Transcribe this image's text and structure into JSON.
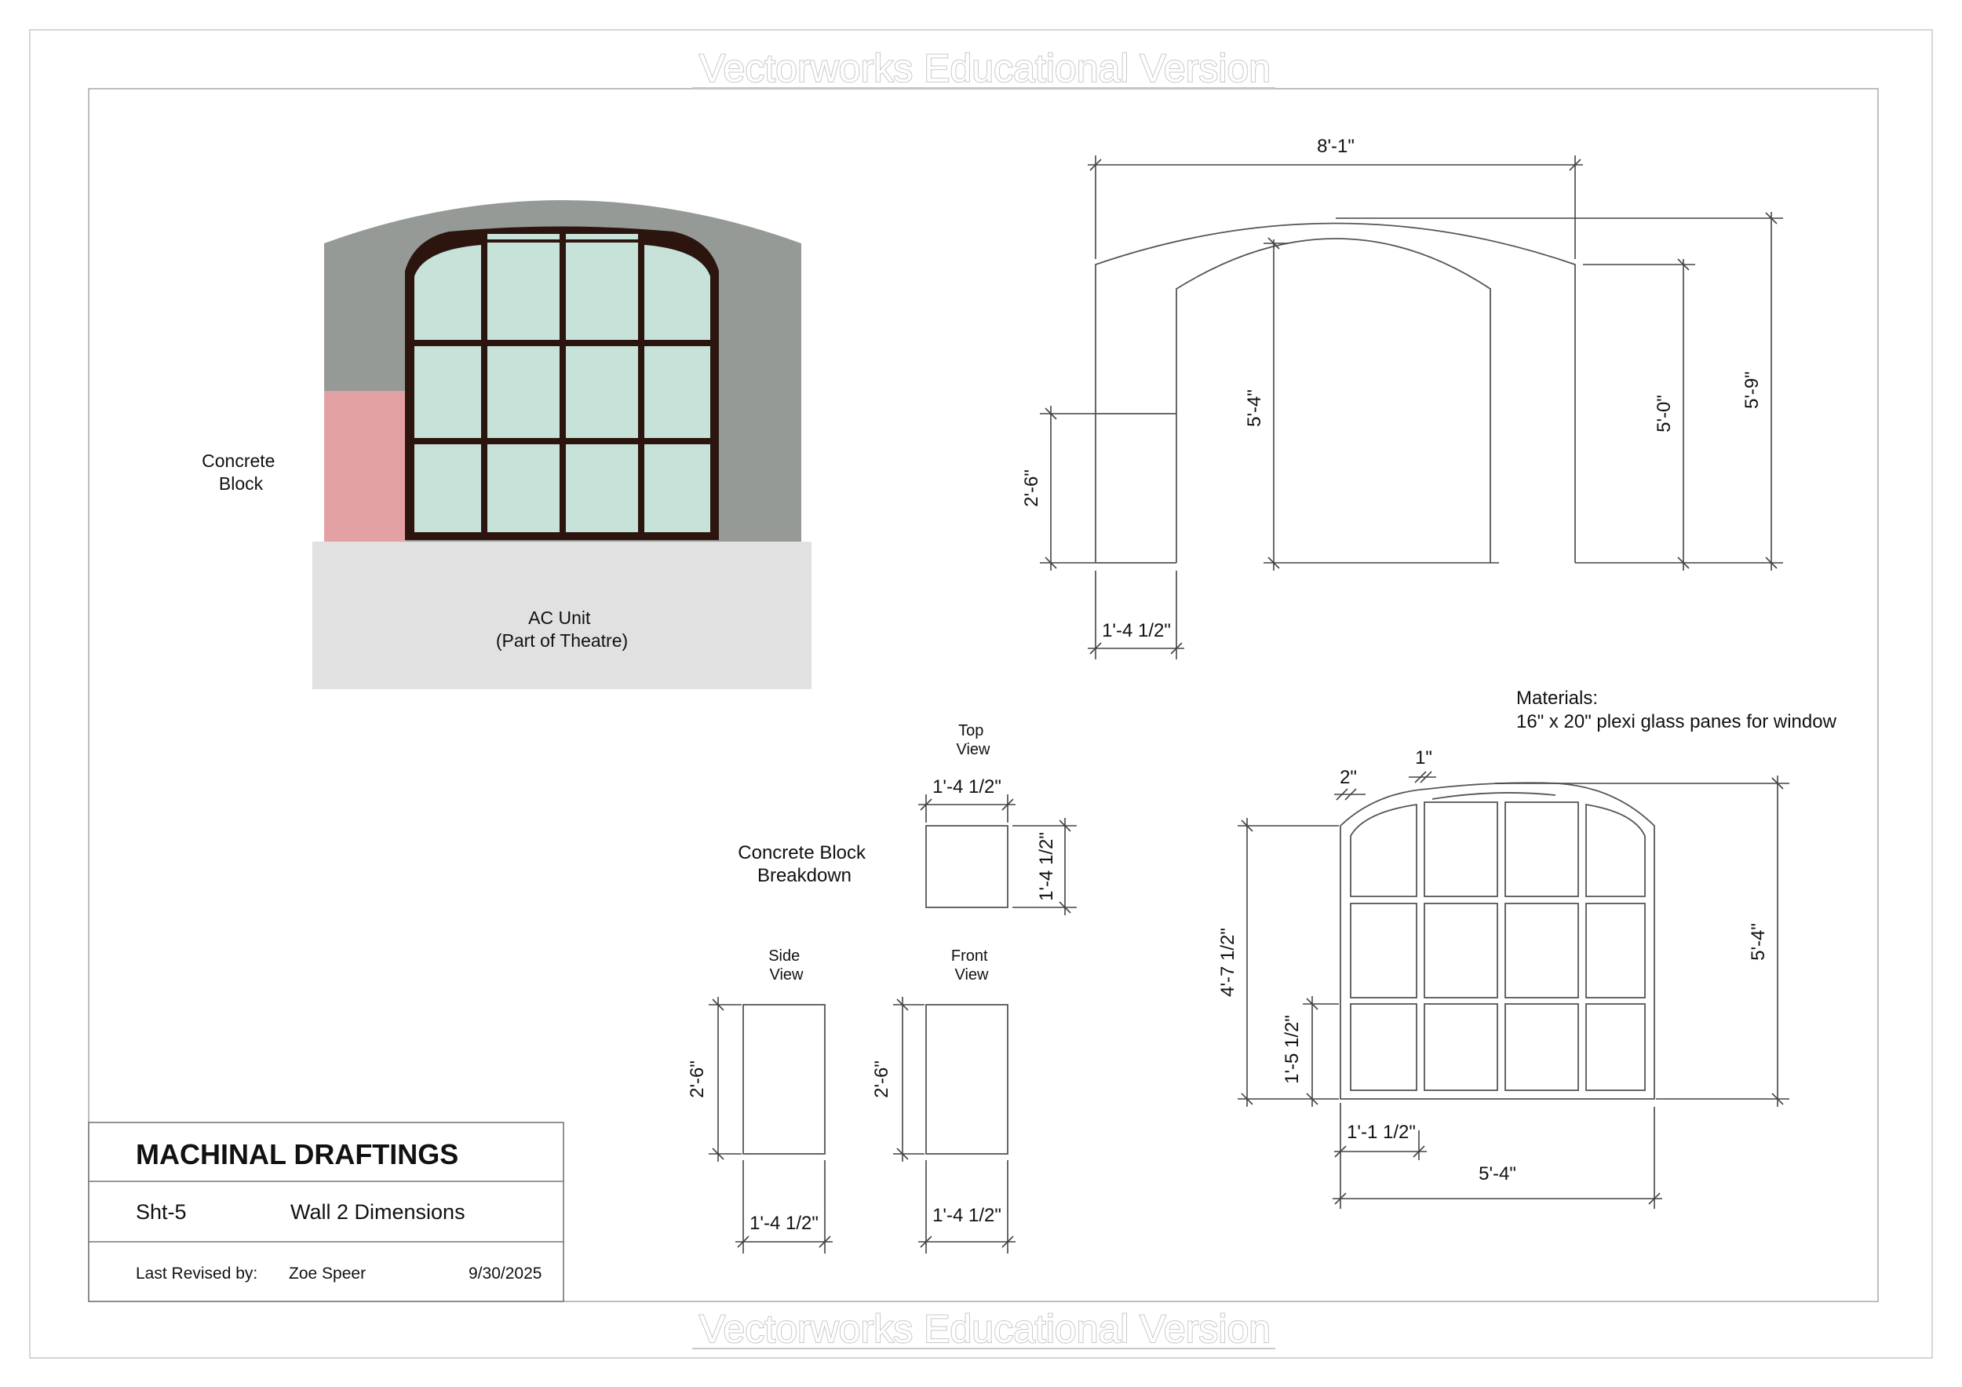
{
  "watermark": {
    "top": "Vectorworks Educational Version",
    "bottom": "Vectorworks Educational Version"
  },
  "rendering": {
    "concrete_block_label_1": "Concrete",
    "concrete_block_label_2": "Block",
    "ac_unit_label_1": "AC Unit",
    "ac_unit_label_2": "(Part of Theatre)",
    "colors": {
      "wall": "#969a96",
      "concrete_block": "#e3a1a3",
      "ac_unit": "#e1e1e1",
      "glass": "#c7e2d9",
      "frame": "#2c150f"
    }
  },
  "wall_elevation": {
    "width": "8'-1\"",
    "opening_height": "5'-4\"",
    "side_height": "5'-0\"",
    "total_height": "5'-9\"",
    "block_height": "2'-6\"",
    "block_width": "1'-4 1/2\""
  },
  "materials": {
    "title": "Materials:",
    "line": "16\" x 20\" plexi glass panes for window"
  },
  "block_breakdown": {
    "title_1": "Concrete Block",
    "title_2": "Breakdown",
    "top_view_1": "Top",
    "top_view_2": "View",
    "top_width": "1'-4 1/2\"",
    "top_depth": "1'-4 1/2\"",
    "side_view_1": "Side",
    "side_view_2": "View",
    "side_height": "2'-6\"",
    "side_width": "1'-4 1/2\"",
    "front_view_1": "Front",
    "front_view_2": "View",
    "front_height": "2'-6\"",
    "front_width": "1'-4 1/2\""
  },
  "window_detail": {
    "frame_width": "2\"",
    "mullion_width": "1\"",
    "side_height": "4'-7 1/2\"",
    "total_height": "5'-4\"",
    "pane_height": "1'-5 1/2\"",
    "pane_width": "1'-1 1/2\"",
    "total_width": "5'-4\""
  },
  "title_block": {
    "company": "MACHINAL DRAFTINGS",
    "sheet": "Sht-5",
    "sheet_title": "Wall 2 Dimensions",
    "revised_label": "Last Revised by:",
    "revised_by": "Zoe Speer",
    "date": "9/30/2025"
  }
}
